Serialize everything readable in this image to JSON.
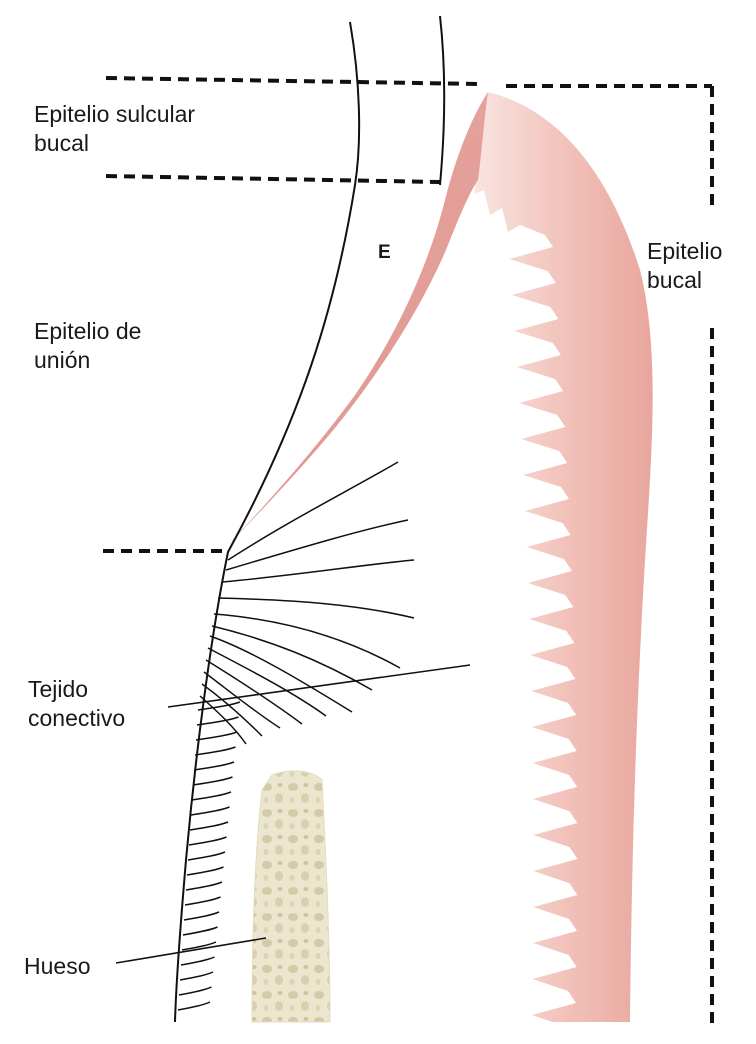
{
  "labels": {
    "sulcular_line1": "Epitelio sulcular",
    "sulcular_line2": "bucal",
    "union_line1": "Epitelio de",
    "union_line2": "unión",
    "bucal_line1": "Epitelio",
    "bucal_line2": "bucal",
    "tejido_line1": "Tejido",
    "tejido_line2": "conectivo",
    "hueso": "Hueso",
    "enamel": "E"
  },
  "colors": {
    "epithelium_dark": "#d98a86",
    "epithelium_light": "#f6d9d4",
    "bone": "#e7e0c6",
    "bone_spots": "#d2c8a6",
    "ink": "#1a1a1a"
  }
}
